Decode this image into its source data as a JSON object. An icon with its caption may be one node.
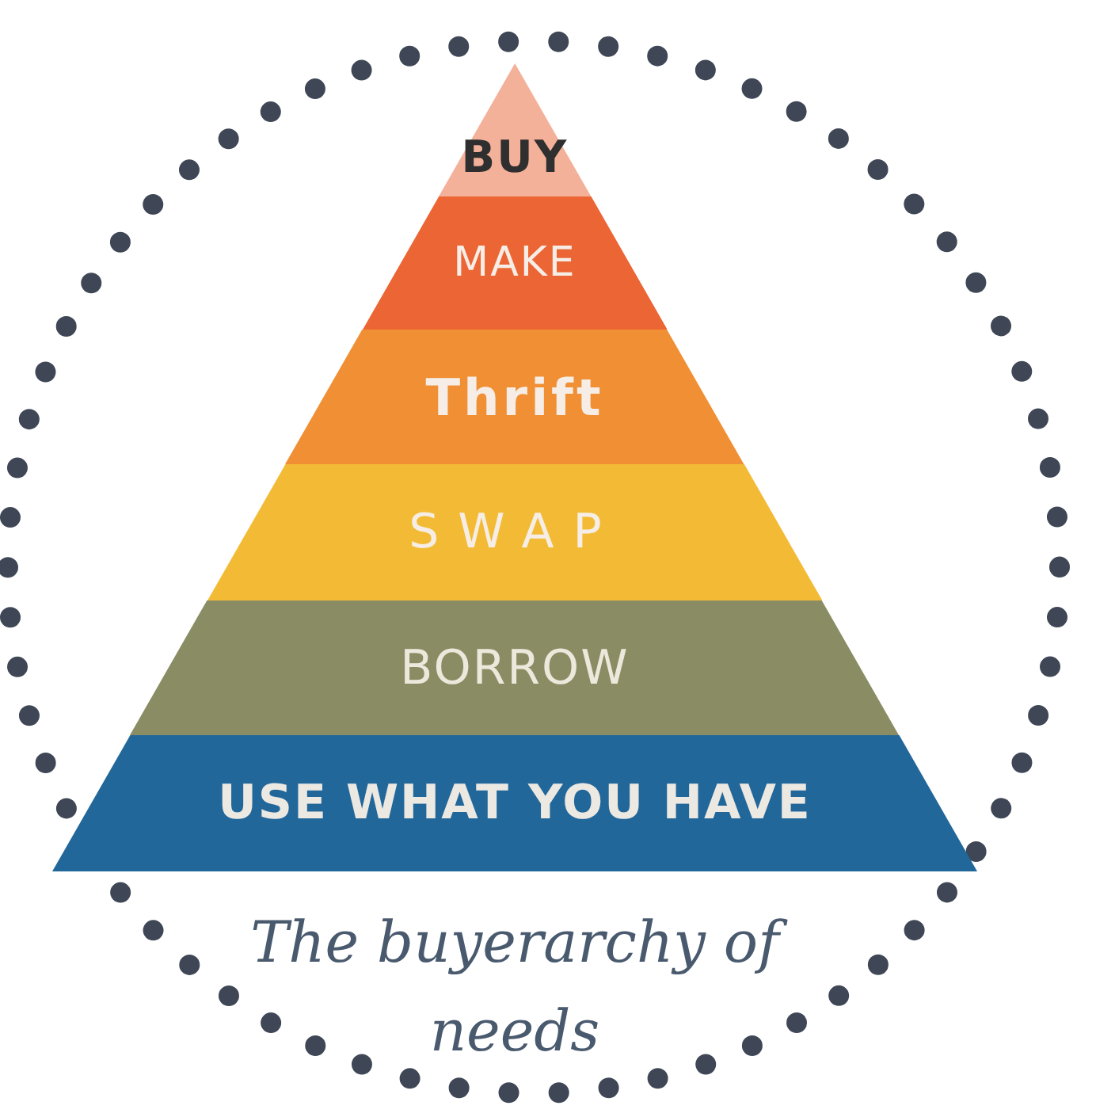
{
  "diagram": {
    "caption": "The buyerarchy of needs",
    "nodes": [
      {
        "text": [
          "BUY"
        ]
      },
      {
        "text": [
          "MAKE"
        ]
      },
      {
        "text": [
          "Thrift"
        ]
      },
      {
        "text": [
          "SWAP"
        ]
      },
      {
        "text": [
          "BORROW"
        ]
      },
      {
        "text": [
          "USE WHAT YOU HAVE"
        ]
      }
    ]
  }
}
